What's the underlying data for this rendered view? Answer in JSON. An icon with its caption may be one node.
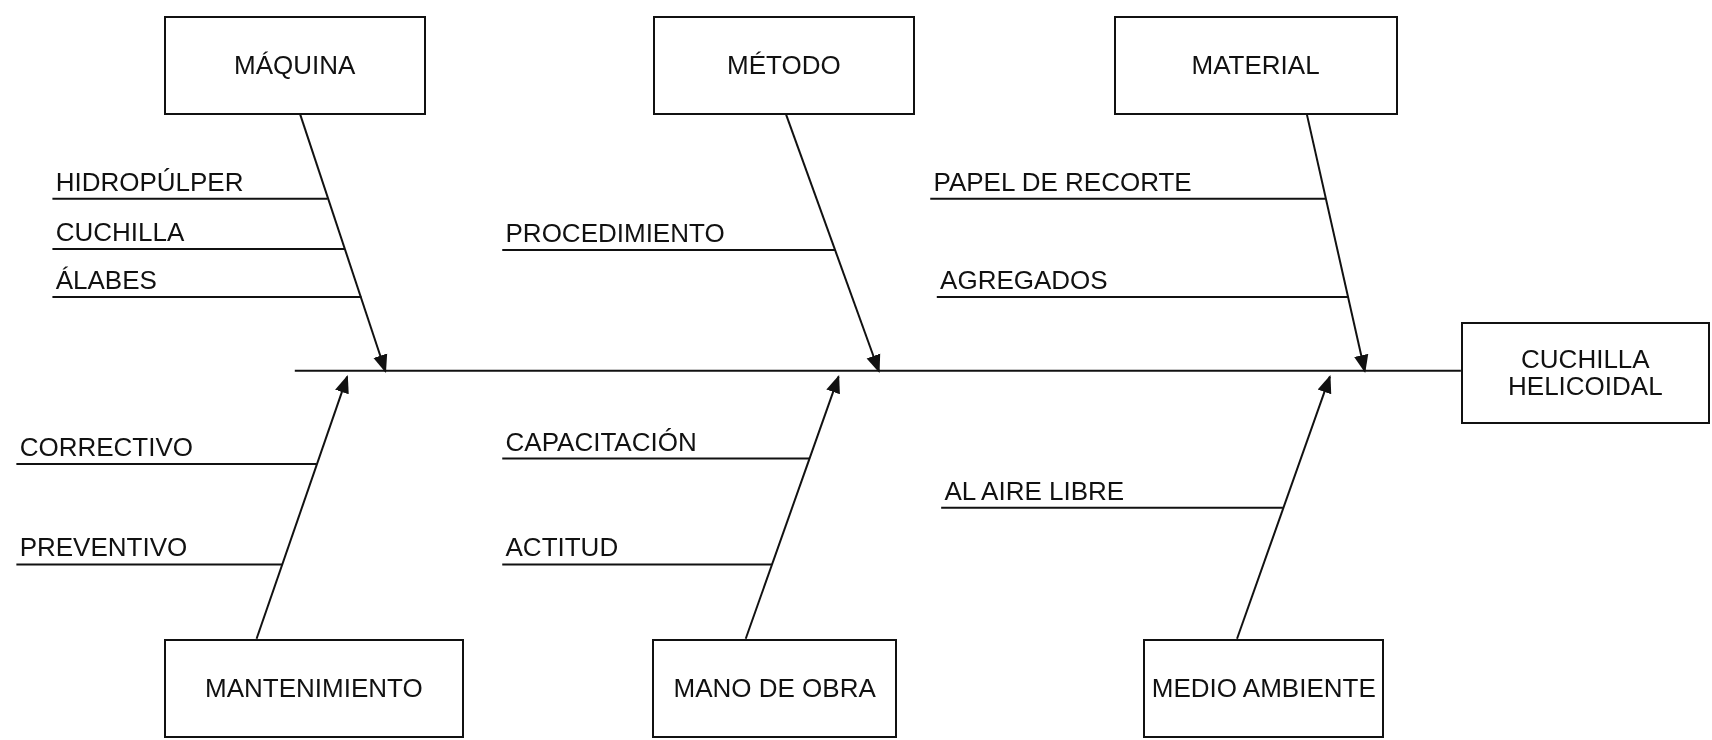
{
  "diagram": {
    "nodes": [
      {
        "text": [
          "MÁQUINA"
        ]
      },
      {
        "text": [
          "MÉTODO"
        ]
      },
      {
        "text": [
          "MATERIAL"
        ]
      },
      {
        "text": [
          "HIDROPÚLPER"
        ]
      },
      {
        "text": [
          "CUCHILLA"
        ]
      },
      {
        "text": [
          "ÁLABES"
        ]
      },
      {
        "text": [
          "PROCEDIMIENTO"
        ]
      },
      {
        "text": [
          "PAPEL DE RECORTE"
        ]
      },
      {
        "text": [
          "AGREGADOS"
        ]
      },
      {
        "text": [
          "CUCHILLA HELICOIDAL"
        ]
      },
      {
        "text": [
          "CORRECTIVO"
        ]
      },
      {
        "text": [
          "CAPACITACIÓN"
        ]
      },
      {
        "text": [
          "AL AIRE LIBRE"
        ]
      },
      {
        "text": [
          "PREVENTIVO"
        ]
      },
      {
        "text": [
          "ACTITUD"
        ]
      },
      {
        "text": [
          "MANTENIMIENTO"
        ]
      },
      {
        "text": [
          "MANO DE OBRA"
        ]
      },
      {
        "text": [
          "MEDIO AMBIENTE"
        ]
      }
    ],
    "edges": [
      {
        "from": null,
        "to": 9,
        "arrow": "none"
      },
      {
        "from": 0,
        "to": null,
        "arrow": "to"
      },
      {
        "from": 1,
        "to": null,
        "arrow": "to"
      },
      {
        "from": 2,
        "to": null,
        "arrow": "to"
      },
      {
        "from": 15,
        "to": null,
        "arrow": "to"
      },
      {
        "from": 16,
        "to": null,
        "arrow": "to"
      },
      {
        "from": 17,
        "to": null,
        "arrow": "to"
      },
      {
        "from": 3,
        "to": null,
        "arrow": "none"
      },
      {
        "from": 4,
        "to": null,
        "arrow": "none"
      },
      {
        "from": 5,
        "to": null,
        "arrow": "none"
      },
      {
        "from": 6,
        "to": null,
        "arrow": "none"
      },
      {
        "from": 7,
        "to": null,
        "arrow": "none"
      },
      {
        "from": 8,
        "to": null,
        "arrow": "none"
      },
      {
        "from": 10,
        "to": null,
        "arrow": "none"
      },
      {
        "from": 11,
        "to": null,
        "arrow": "none"
      },
      {
        "from": 12,
        "to": null,
        "arrow": "none"
      },
      {
        "from": 13,
        "to": null,
        "arrow": "none"
      },
      {
        "from": 14,
        "to": null,
        "arrow": "none"
      }
    ]
  }
}
